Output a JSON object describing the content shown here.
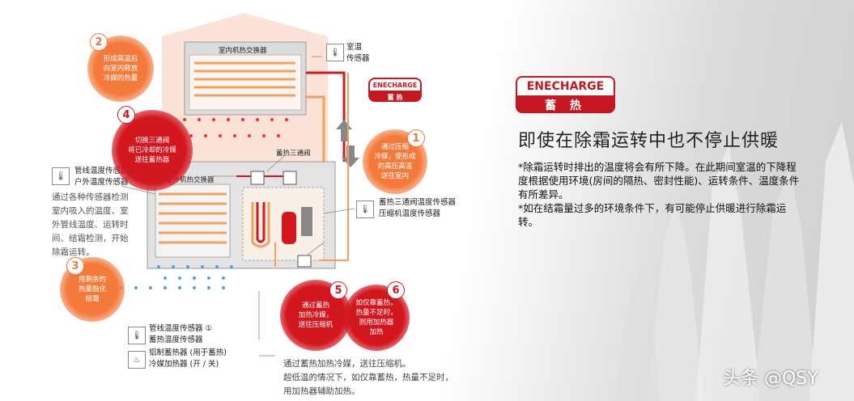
{
  "brand": {
    "logo_text": "ENECHARGE",
    "logo_sub": "蓄 热"
  },
  "diagram": {
    "indoor_unit": "室内机热交换器",
    "outdoor_unit": "室外机热交换器",
    "three_way_valve": "蓄热三通阀",
    "room_sensor_line1": "室温",
    "room_sensor_line2": "传感器",
    "pipe_sensor2_line1": "管线温度传感器 ②",
    "pipe_sensor2_line2": "户外温度传感器",
    "valve_sensor_line1": "蓄热三通阀温度传感器",
    "valve_sensor_line2": "压缩机温度传感器",
    "pipe_sensor1_line1": "管线温度传感器 ①",
    "pipe_sensor1_line2": "蓄热温度传感器",
    "heater_line1": "铝制蓄热器 (用于蓄热)",
    "heater_line2": "冷媒加热器 (开 / 关)",
    "sensor_desc": [
      "通过各种传感器检测",
      "室内吸入的温度、室",
      "外管线温度、运转时",
      "间、结霜检测，开始",
      "除霜运转。"
    ],
    "bottom_desc": [
      "通过蓄热加热冷媒，送往压缩机。",
      "超低温的情况下，如仅靠蓄热，热量不足时，",
      "用加热器辅助加热。"
    ]
  },
  "steps": [
    {
      "num": "1",
      "text": [
        "通过压缩",
        "冷媒，使形成",
        "的高压高温",
        "送往室内"
      ]
    },
    {
      "num": "2",
      "text": [
        "形成高温后",
        "向室内释放",
        "冷媒的热量"
      ]
    },
    {
      "num": "3",
      "text": [
        "用剩余的",
        "热量融化",
        "结霜"
      ]
    },
    {
      "num": "4",
      "text": [
        "切换三通阀",
        "将已冷却的冷媒",
        "送往蓄热器"
      ]
    },
    {
      "num": "5",
      "text": [
        "通过蓄热",
        "加热冷媒，",
        "送往压缩机"
      ]
    },
    {
      "num": "6",
      "text": [
        "如仅靠蓄热，",
        "热量不足时，",
        "则用加热器",
        "加热"
      ]
    }
  ],
  "right": {
    "headline": "即使在除霜运转中也不停止供暖",
    "para1": [
      "*除霜运转时排出的温度将会有所下降。在此期间室温的下降程",
      "度根据使用环境(房间的隔热、密封性能)、运转条件、温度条件",
      "有所差异。"
    ],
    "para2": [
      " *如在结霜量过多的环境条件下，有可能停止供暖进行除霜运",
      "转。"
    ]
  },
  "watermark": "头条 @QSY",
  "colors": {
    "brand_red": "#c5171f",
    "orange": "#f47a3c",
    "pipe_orange": "#f0a060",
    "pipe_red": "#d3171f"
  }
}
